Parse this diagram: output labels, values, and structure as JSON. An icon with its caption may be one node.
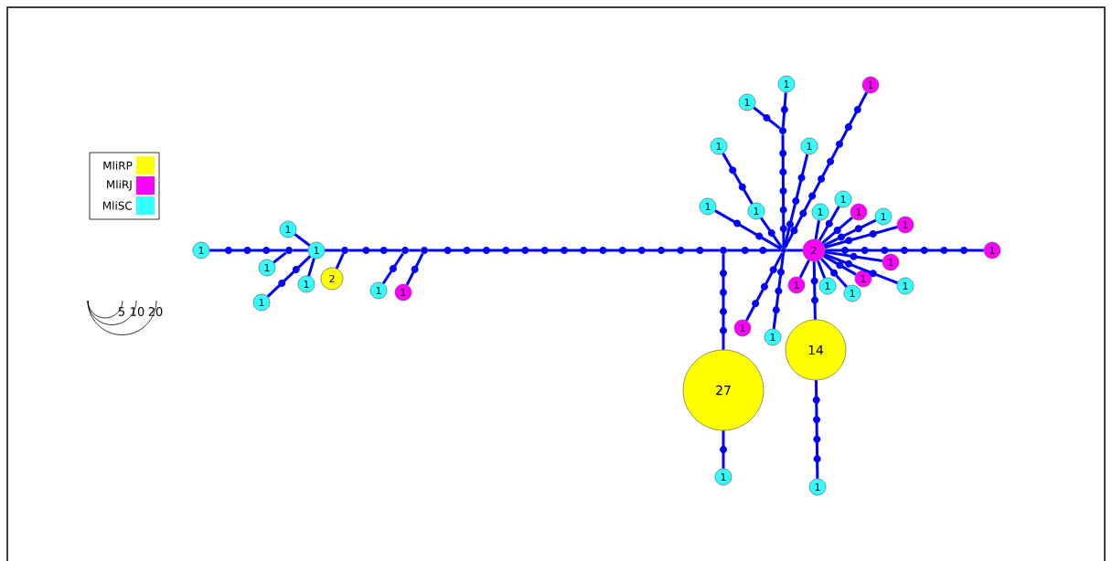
{
  "diagram": {
    "nodes": [
      {
        "text": [
          "1"
        ]
      },
      {
        "text": [
          "1"
        ]
      },
      {
        "text": [
          "1"
        ]
      },
      {
        "text": [
          "1"
        ]
      },
      {
        "text": [
          "1"
        ]
      },
      {
        "text": [
          "1"
        ]
      },
      {
        "text": [
          "2"
        ]
      },
      {
        "text": [
          "1"
        ]
      },
      {
        "text": [
          "1"
        ]
      },
      {
        "text": [
          "2"
        ]
      },
      {
        "text": [
          "1"
        ]
      },
      {
        "text": [
          "1"
        ]
      },
      {
        "text": [
          "1"
        ]
      },
      {
        "text": [
          "1"
        ]
      },
      {
        "text": [
          "1"
        ]
      },
      {
        "text": [
          "1"
        ]
      },
      {
        "text": [
          "1"
        ]
      },
      {
        "text": [
          "1"
        ]
      },
      {
        "text": [
          "1"
        ]
      },
      {
        "text": [
          "1"
        ]
      },
      {
        "text": [
          "1"
        ]
      },
      {
        "text": [
          "1"
        ]
      },
      {
        "text": [
          "1"
        ]
      },
      {
        "text": [
          "1"
        ]
      },
      {
        "text": [
          "1"
        ]
      },
      {
        "text": [
          "1"
        ]
      },
      {
        "text": [
          "1"
        ]
      },
      {
        "text": [
          "1"
        ]
      },
      {
        "text": [
          "1"
        ]
      },
      {
        "text": [
          "1"
        ]
      },
      {
        "text": [
          "1"
        ]
      },
      {
        "text": [
          "27"
        ]
      },
      {
        "text": [
          "14"
        ]
      },
      {
        "text": [
          "1"
        ]
      },
      {
        "text": [
          "1"
        ]
      },
      {
        "text": [],
        "shape": "circle"
      },
      {
        "text": [],
        "shape": "circle"
      },
      {
        "text": [],
        "shape": "circle"
      },
      {
        "text": [],
        "shape": "circle"
      },
      {
        "text": [],
        "shape": "circle"
      },
      {
        "text": [],
        "shape": "circle"
      },
      {
        "text": [],
        "shape": "circle"
      }
    ],
    "edges": [
      {
        "from": 0,
        "to": 35,
        "arrow": "none"
      },
      {
        "from": 35,
        "to": 2,
        "arrow": "none"
      },
      {
        "from": 2,
        "to": 36,
        "arrow": "none"
      },
      {
        "from": 36,
        "to": 37,
        "arrow": "none"
      },
      {
        "from": 37,
        "to": 38,
        "arrow": "none"
      },
      {
        "from": 38,
        "to": 39,
        "arrow": "none"
      },
      {
        "from": 39,
        "to": 40,
        "arrow": "none"
      },
      {
        "from": 40,
        "to": 9,
        "arrow": "none"
      },
      {
        "from": 9,
        "to": 10,
        "arrow": "none"
      },
      {
        "from": 1,
        "to": 2,
        "arrow": "none"
      },
      {
        "from": 3,
        "to": 35,
        "arrow": "none"
      },
      {
        "from": 4,
        "to": 2,
        "arrow": "none"
      },
      {
        "from": 5,
        "to": 2,
        "arrow": "none"
      },
      {
        "from": 6,
        "to": 36,
        "arrow": "none"
      },
      {
        "from": 7,
        "to": 37,
        "arrow": "none"
      },
      {
        "from": 8,
        "to": 38,
        "arrow": "none"
      },
      {
        "from": 39,
        "to": 31,
        "arrow": "none"
      },
      {
        "from": 31,
        "to": 33,
        "arrow": "none"
      },
      {
        "from": 40,
        "to": 41,
        "arrow": "none"
      },
      {
        "from": 41,
        "to": 11,
        "arrow": "none"
      },
      {
        "from": 12,
        "to": 41,
        "arrow": "none"
      },
      {
        "from": 13,
        "to": 40,
        "arrow": "none"
      },
      {
        "from": 15,
        "to": 40,
        "arrow": "none"
      },
      {
        "from": 14,
        "to": 17,
        "arrow": "none"
      },
      {
        "from": 17,
        "to": 40,
        "arrow": "none"
      },
      {
        "from": 16,
        "to": 40,
        "arrow": "none"
      },
      {
        "from": 29,
        "to": 40,
        "arrow": "none"
      },
      {
        "from": 30,
        "to": 40,
        "arrow": "none"
      },
      {
        "from": 9,
        "to": 18,
        "arrow": "none"
      },
      {
        "from": 9,
        "to": 19,
        "arrow": "none"
      },
      {
        "from": 9,
        "to": 20,
        "arrow": "none"
      },
      {
        "from": 9,
        "to": 21,
        "arrow": "none"
      },
      {
        "from": 9,
        "to": 22,
        "arrow": "none"
      },
      {
        "from": 9,
        "to": 23,
        "arrow": "none"
      },
      {
        "from": 9,
        "to": 24,
        "arrow": "none"
      },
      {
        "from": 9,
        "to": 25,
        "arrow": "none"
      },
      {
        "from": 9,
        "to": 26,
        "arrow": "none"
      },
      {
        "from": 9,
        "to": 27,
        "arrow": "none"
      },
      {
        "from": 9,
        "to": 28,
        "arrow": "none"
      },
      {
        "from": 9,
        "to": 32,
        "arrow": "none"
      },
      {
        "from": 32,
        "to": 34,
        "arrow": "none"
      }
    ],
    "labels": [
      "5",
      "10",
      "20"
    ],
    "legend": [
      {
        "text": "MliRP",
        "color": "#ffff00"
      },
      {
        "text": "MliRJ",
        "color": "#ff00ff"
      },
      {
        "text": "MliSC",
        "color": "#33ffff"
      }
    ]
  }
}
